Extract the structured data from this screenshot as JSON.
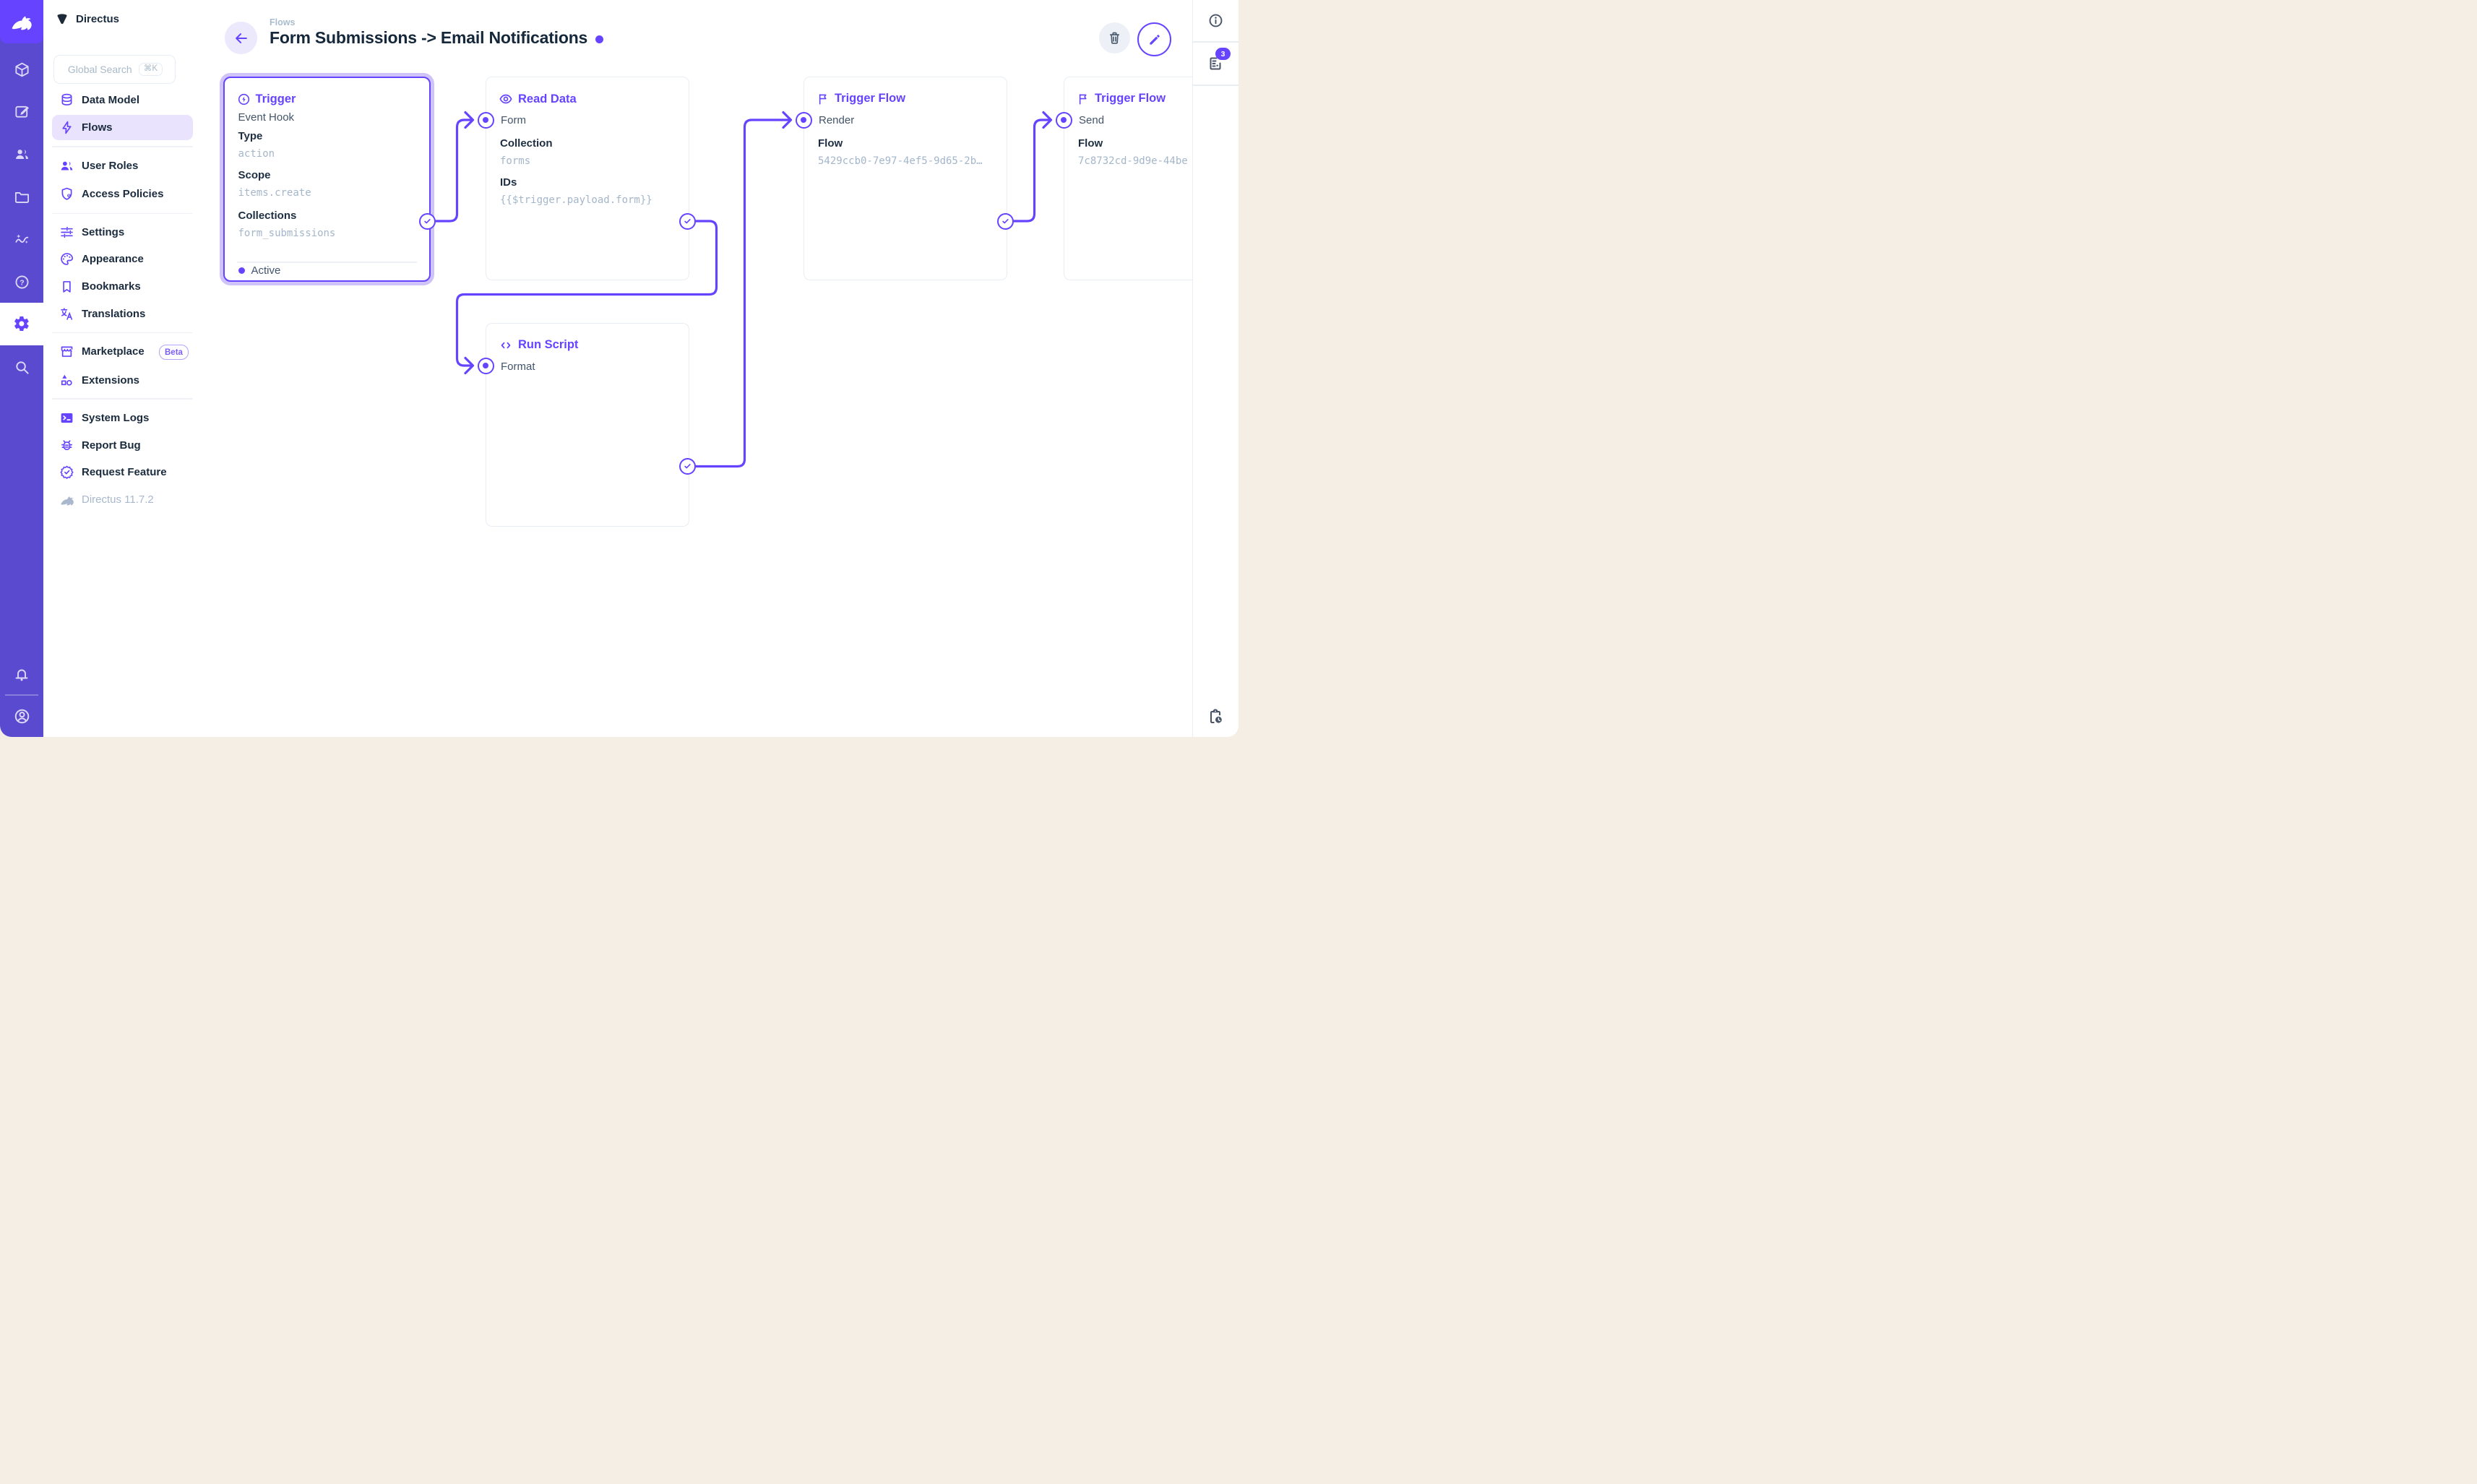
{
  "project": {
    "name": "Directus"
  },
  "module_bar": {
    "modules": [
      {
        "icon": "rabbit",
        "name": "project-logo"
      },
      {
        "icon": "box",
        "name": "content"
      },
      {
        "icon": "edit",
        "name": "editor"
      },
      {
        "icon": "people",
        "name": "users"
      },
      {
        "icon": "folder",
        "name": "files"
      },
      {
        "icon": "insights",
        "name": "insights"
      },
      {
        "icon": "help",
        "name": "help"
      },
      {
        "icon": "gear",
        "name": "settings",
        "active": true
      },
      {
        "icon": "search",
        "name": "search"
      }
    ],
    "bottom": [
      {
        "icon": "bell",
        "name": "notifications"
      },
      {
        "icon": "user-circle",
        "name": "account"
      }
    ]
  },
  "sidebar": {
    "title": "Directus",
    "search": {
      "placeholder": "Global Search",
      "shortcut": "⌘K"
    },
    "sections": [
      {
        "items": [
          {
            "icon": "database",
            "label": "Data Model"
          },
          {
            "icon": "bolt",
            "label": "Flows",
            "active": true
          }
        ]
      },
      {
        "items": [
          {
            "icon": "shield-user",
            "label": "User Roles"
          },
          {
            "icon": "shield",
            "label": "Access Policies"
          }
        ]
      },
      {
        "items": [
          {
            "icon": "sliders",
            "label": "Settings"
          },
          {
            "icon": "palette",
            "label": "Appearance"
          },
          {
            "icon": "bookmark",
            "label": "Bookmarks"
          },
          {
            "icon": "translate",
            "label": "Translations"
          }
        ]
      },
      {
        "items": [
          {
            "icon": "store",
            "label": "Marketplace",
            "badge": "Beta"
          },
          {
            "icon": "shapes",
            "label": "Extensions"
          }
        ]
      },
      {
        "items": [
          {
            "icon": "terminal",
            "label": "System Logs"
          },
          {
            "icon": "bug",
            "label": "Report Bug"
          },
          {
            "icon": "seal-check",
            "label": "Request Feature"
          }
        ]
      }
    ],
    "version": "Directus 11.7.2"
  },
  "header": {
    "breadcrumb": "Flows",
    "title": "Form Submissions -> Email Notifications"
  },
  "flow": {
    "trigger": {
      "title": "Trigger",
      "subtitle": "Event Hook",
      "fields": [
        {
          "label": "Type",
          "value": "action"
        },
        {
          "label": "Scope",
          "value": "items.create"
        },
        {
          "label": "Collections",
          "value": "form_submissions"
        }
      ],
      "status": "Active"
    },
    "read_data": {
      "title": "Read Data",
      "input_label": "Form",
      "fields": [
        {
          "label": "Collection",
          "value": "forms"
        },
        {
          "label": "IDs",
          "value": "{{$trigger.payload.form}}"
        }
      ]
    },
    "run_script": {
      "title": "Run Script",
      "input_label": "Format"
    },
    "tf_render": {
      "title": "Trigger Flow",
      "input_label": "Render",
      "fields": [
        {
          "label": "Flow",
          "value": "5429ccb0-7e97-4ef5-9d65-2b…"
        }
      ]
    },
    "tf_send": {
      "title": "Trigger Flow",
      "input_label": "Send",
      "fields": [
        {
          "label": "Flow",
          "value": "7c8732cd-9d9e-44be"
        }
      ]
    }
  },
  "right_sidebar": {
    "notices_count": "3"
  },
  "colors": {
    "accent": "#6644ff",
    "rail": "#5a4ad0",
    "mono_text": "#a4b6ca",
    "selected_halo": "#cfc3fa"
  }
}
